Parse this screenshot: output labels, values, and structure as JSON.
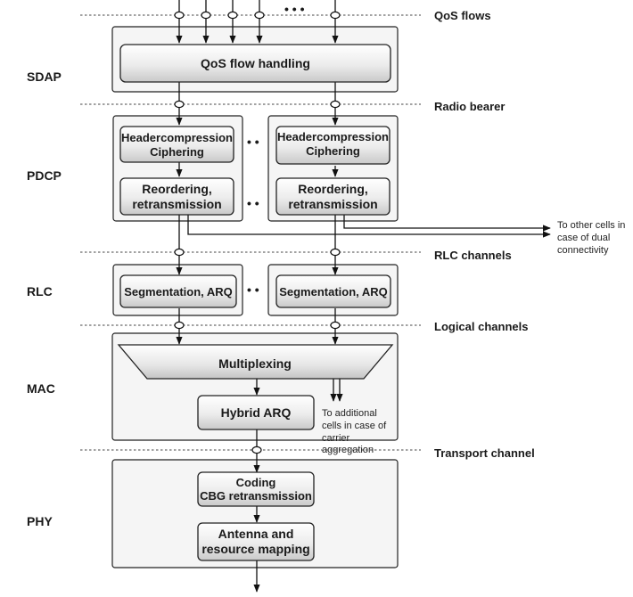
{
  "layers": {
    "sdap": "SDAP",
    "pdcp": "PDCP",
    "rlc": "RLC",
    "mac": "MAC",
    "phy": "PHY"
  },
  "side_labels": {
    "qos_flows": "QoS flows",
    "radio_bearer": "Radio bearer",
    "rlc_channels": "RLC channels",
    "logical_channels": "Logical channels",
    "transport_channel": "Transport channel"
  },
  "blocks": {
    "qos_flow_handling": "QoS flow handling",
    "header_compression_line1": "Headercompression",
    "header_compression_line2": "Ciphering",
    "reordering_line1": "Reordering,",
    "reordering_line2": "retransmission",
    "segmentation": "Segmentation, ARQ",
    "multiplexing": "Multiplexing",
    "hybrid_arq": "Hybrid ARQ",
    "coding_line1": "Coding",
    "coding_line2": "CBG retransmission",
    "antenna_line1": "Antenna and",
    "antenna_line2": "resource mapping"
  },
  "notes": {
    "dual_line1": "To other cells in",
    "dual_line2": "case of dual",
    "dual_line3": "connectivity",
    "carrier_line1": "To additional",
    "carrier_line2": "cells in case of",
    "carrier_line3": "carrier",
    "carrier_line4": "aggregation"
  },
  "ellipsis": {
    "flows": "• • •",
    "pdcp_top": "• •",
    "pdcp_bottom": "• •",
    "rlc": "• •"
  }
}
